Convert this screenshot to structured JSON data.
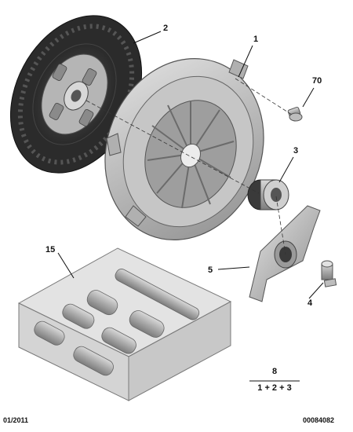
{
  "callouts": {
    "c1": "1",
    "c2": "2",
    "c3": "3",
    "c4": "4",
    "c5": "5",
    "c15": "15",
    "c70": "70"
  },
  "kit": {
    "number": "8",
    "composition": "1 + 2 + 3"
  },
  "footer": {
    "date": "01/2011",
    "reference": "00084082"
  }
}
